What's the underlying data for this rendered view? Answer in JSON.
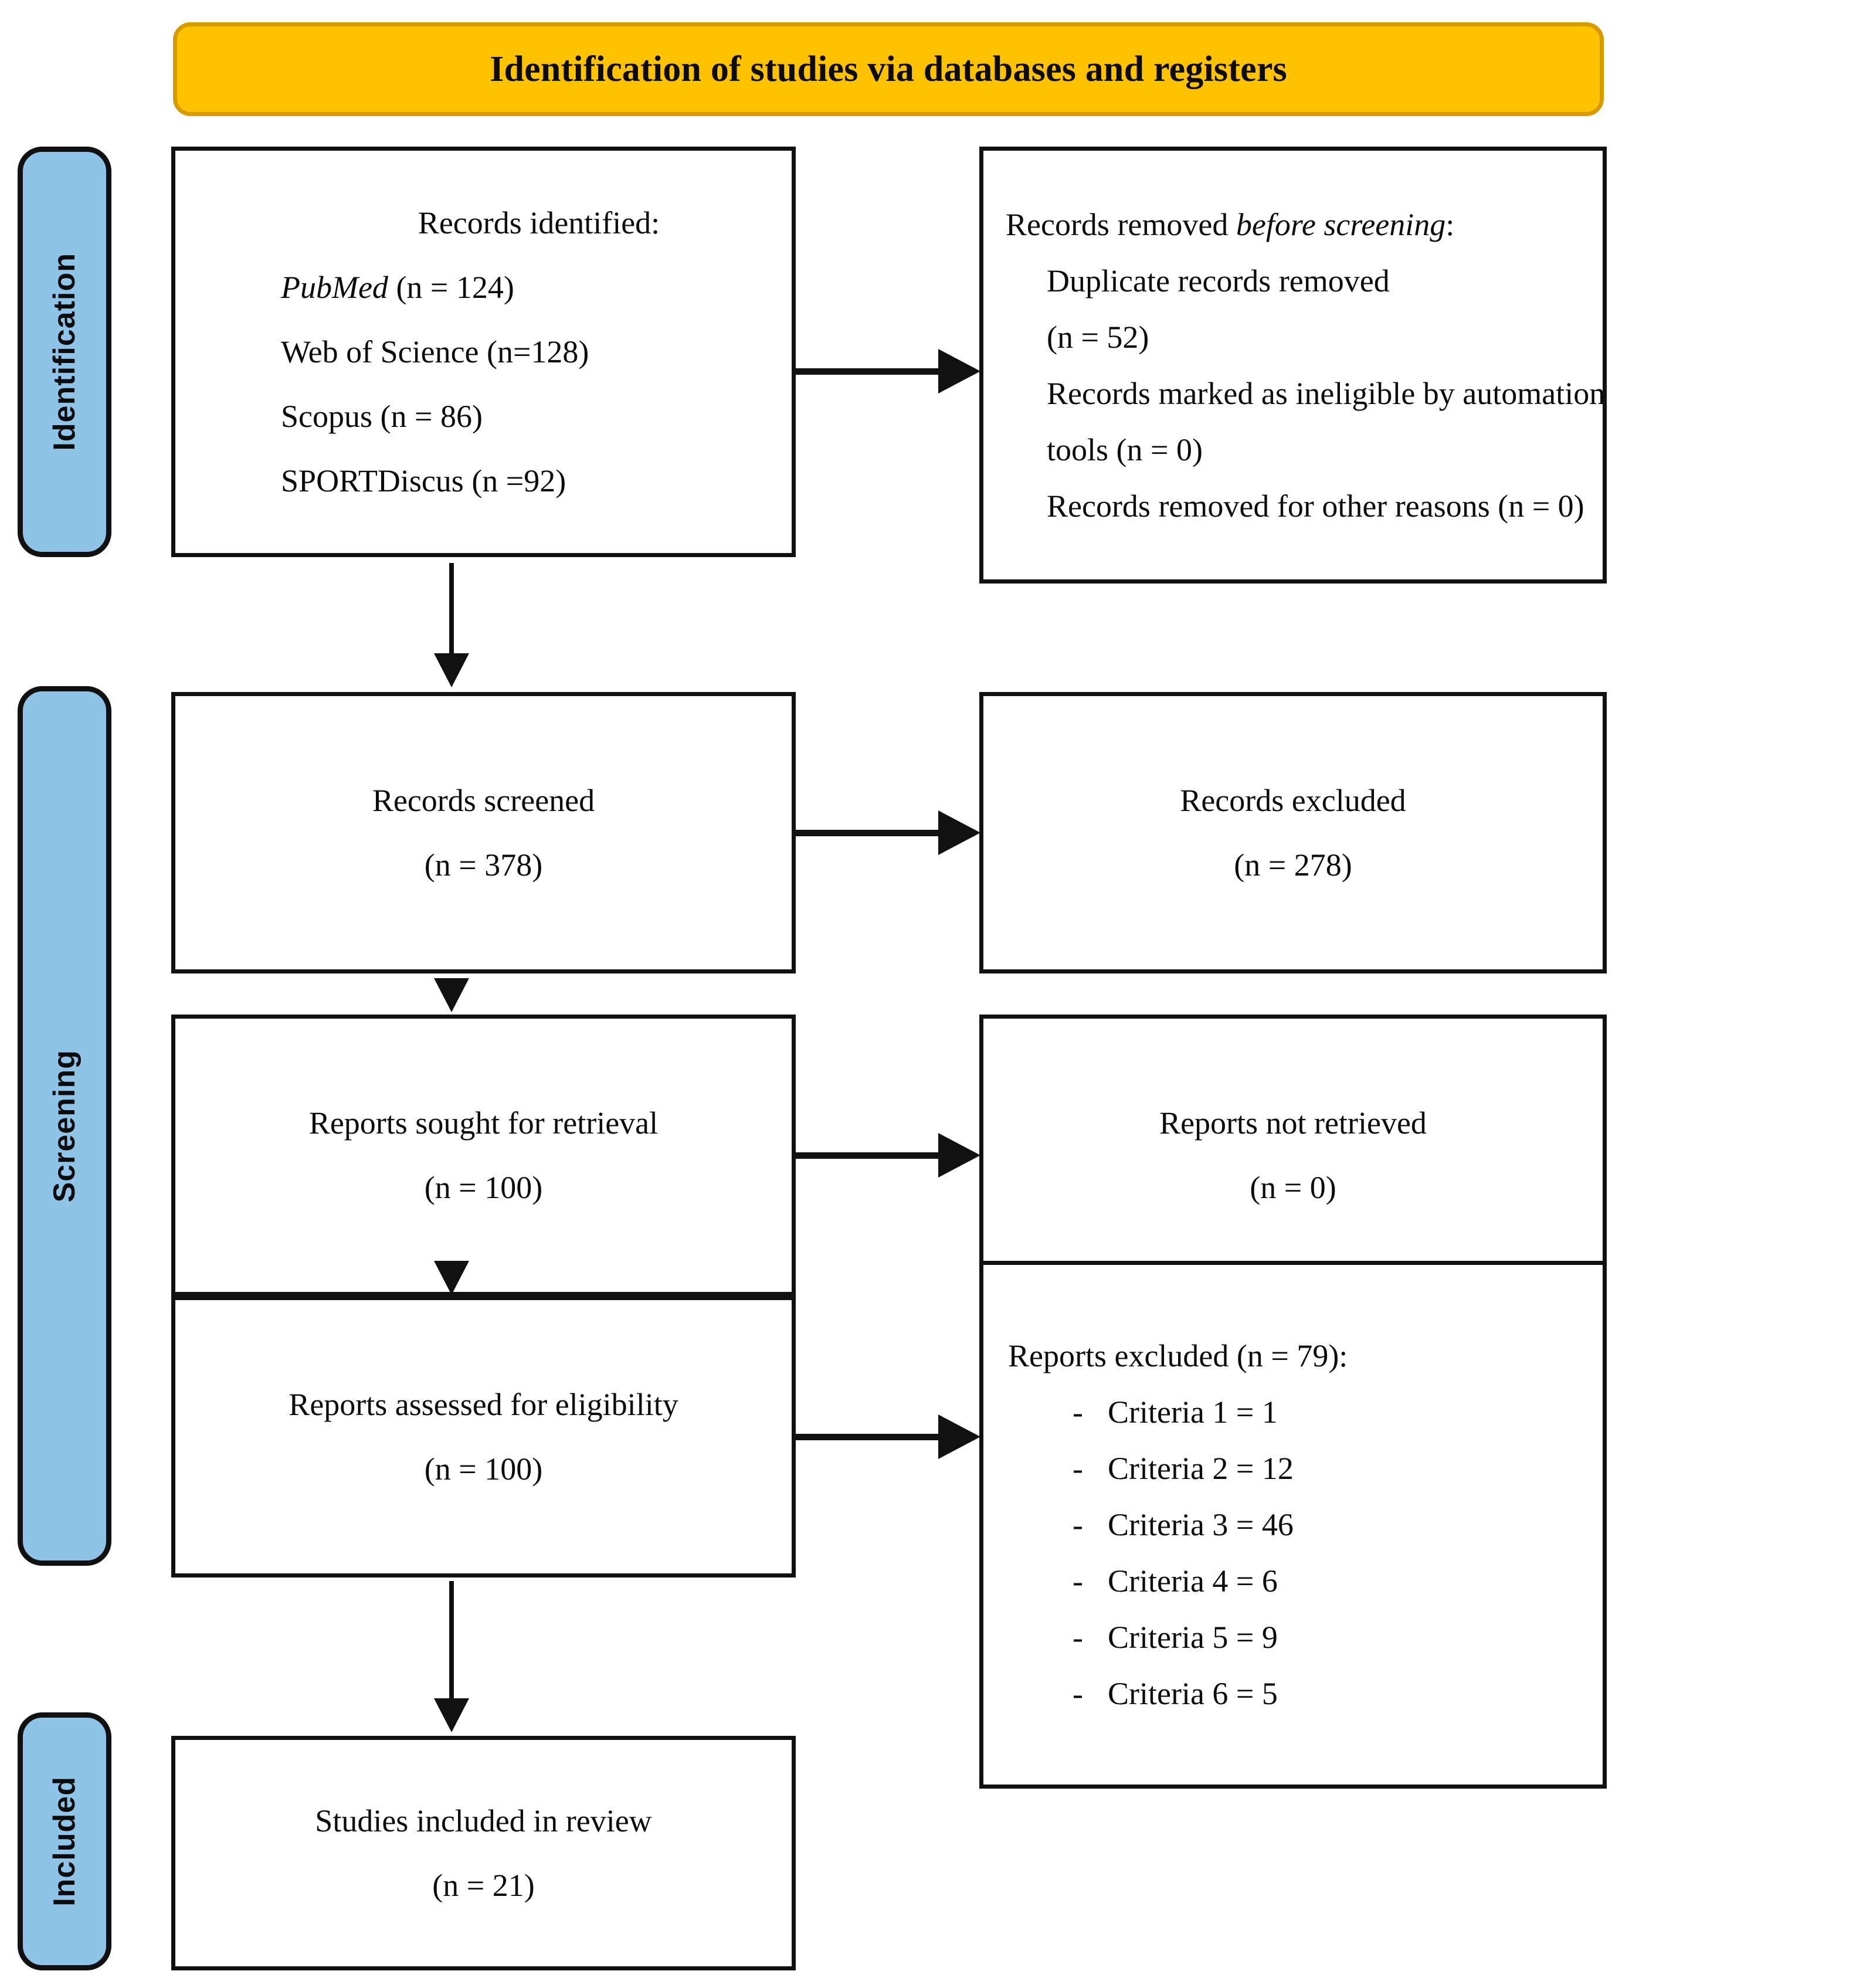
{
  "banner": {
    "title": "Identification of studies via databases and registers"
  },
  "stages": [
    {
      "key": "identification",
      "label": "Identification"
    },
    {
      "key": "screening",
      "label": "Screening"
    },
    {
      "key": "included",
      "label": "Included"
    }
  ],
  "boxes": {
    "identified": {
      "header": "Records identified:",
      "sources": [
        {
          "name": "PubMed",
          "italic": true,
          "count": "(n = 124)"
        },
        {
          "name": "Web of Science",
          "italic": false,
          "count": "(n=128)"
        },
        {
          "name": "Scopus",
          "italic": false,
          "count": "(n = 86)"
        },
        {
          "name": "SPORTDiscus",
          "italic": false,
          "count": "(n =92)"
        }
      ],
      "lines": [
        "PubMed (n = 124)",
        "Web of Science (n=128)",
        "Scopus (n = 86)",
        "SPORTDiscus (n =92)"
      ]
    },
    "removed": {
      "header_prefix": "Records removed ",
      "header_italic": "before screening",
      "header_suffix": ":",
      "items": [
        "Duplicate records removed",
        "(n = 52)",
        "Records marked as ineligible by automation",
        "tools (n = 0)",
        "Records removed for other reasons (n = 0)"
      ]
    },
    "screened": {
      "label": "Records screened",
      "count": "(n = 378)"
    },
    "excluded": {
      "label": "Records excluded",
      "count": "(n = 278)"
    },
    "sought": {
      "label": "Reports sought for retrieval",
      "count": "(n = 100)"
    },
    "not_retrieved": {
      "label": "Reports not retrieved",
      "count": "(n = 0)"
    },
    "assessed": {
      "label": "Reports assessed for eligibility",
      "count": "(n = 100)"
    },
    "reports_excluded": {
      "header": "Reports excluded (n = 79):",
      "bullet": "-",
      "criteria": [
        "Criteria 1 = 1",
        "Criteria 2 = 12",
        "Criteria 3 = 46",
        "Criteria 4 = 6",
        "Criteria 5 = 9",
        "Criteria 6 = 5"
      ]
    },
    "included": {
      "label": "Studies included in review",
      "count": "(n = 21)"
    }
  },
  "colors": {
    "banner_fill": "#FFC200",
    "banner_border": "#D79B00",
    "stage_fill": "#8FC4E8",
    "outline": "#111111",
    "text": "#0c0c0c"
  }
}
